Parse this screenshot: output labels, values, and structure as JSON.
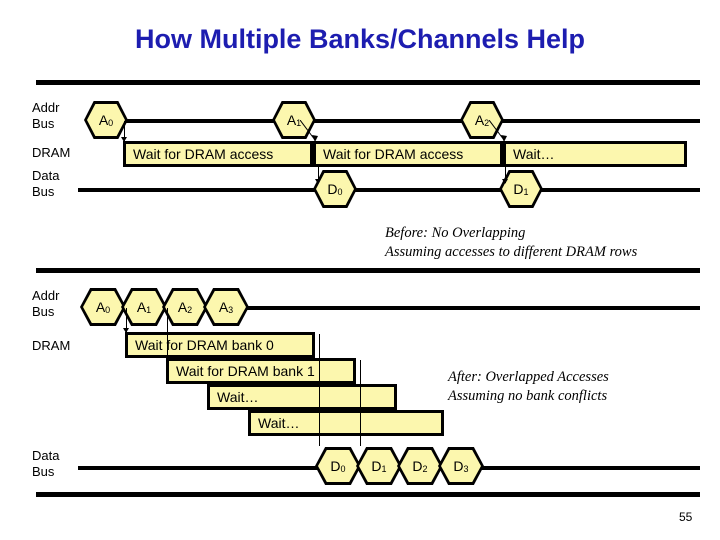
{
  "slide": {
    "title": "How Multiple Banks/Channels Help",
    "page_number": "55",
    "title_color": "#1d1db0",
    "box_fill_color": "#fcf7ae",
    "line_color": "#000000"
  },
  "row_labels": {
    "addr_bus": "Addr\nBus",
    "dram": "DRAM",
    "data_bus": "Data\nBus"
  },
  "diagram_before": {
    "addr_bus_tags": [
      {
        "base": "A",
        "sub": "0"
      },
      {
        "base": "A",
        "sub": "1"
      },
      {
        "base": "A",
        "sub": "2"
      }
    ],
    "dram_boxes": [
      {
        "label": "Wait for DRAM access"
      },
      {
        "label": "Wait for DRAM access"
      },
      {
        "label": "Wait…"
      }
    ],
    "data_bus_tags": [
      {
        "base": "D",
        "sub": "0"
      },
      {
        "base": "D",
        "sub": "1"
      }
    ],
    "caption": "Before: No Overlapping\nAssuming accesses to different DRAM rows"
  },
  "diagram_after": {
    "addr_bus_tags": [
      {
        "base": "A",
        "sub": "0"
      },
      {
        "base": "A",
        "sub": "1"
      },
      {
        "base": "A",
        "sub": "2"
      },
      {
        "base": "A",
        "sub": "3"
      }
    ],
    "dram_boxes": [
      {
        "label": "Wait for DRAM bank 0"
      },
      {
        "label": "Wait for DRAM bank 1"
      },
      {
        "label": "Wait…"
      },
      {
        "label": "Wait…"
      }
    ],
    "data_bus_tags": [
      {
        "base": "D",
        "sub": "0"
      },
      {
        "base": "D",
        "sub": "1"
      },
      {
        "base": "D",
        "sub": "2"
      },
      {
        "base": "D",
        "sub": "3"
      }
    ],
    "caption": "After: Overlapped Accesses\nAssuming no bank conflicts"
  }
}
